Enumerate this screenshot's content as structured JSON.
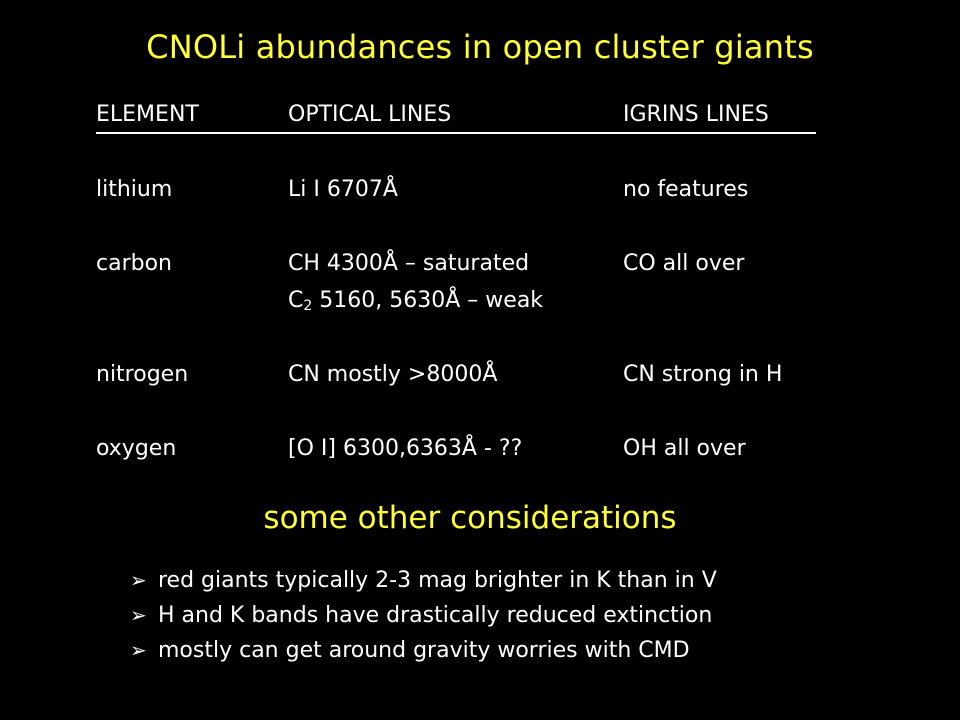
{
  "slide": {
    "title": "CNOLi abundances in open cluster giants",
    "table": {
      "headers": [
        "ELEMENT",
        "OPTICAL LINES",
        "IGRINS LINES"
      ],
      "rows": [
        {
          "element": "lithium",
          "optical": "Li I 6707Å",
          "igrins": "no features"
        },
        {
          "element": "carbon",
          "optical": "CH 4300Å – saturated",
          "igrins": "CO all over",
          "optical_line2": {
            "prefix": "C",
            "subscript": "2",
            "suffix": " 5160, 5630Å – weak"
          }
        },
        {
          "element": "nitrogen",
          "optical": "CN mostly >8000Å",
          "igrins": "CN strong in H"
        },
        {
          "element": "oxygen",
          "optical": "[O I] 6300,6363Å - ??",
          "igrins": "OH all over"
        }
      ]
    },
    "subtitle": "some other considerations",
    "bullet_glyph": "➢",
    "bullets": [
      "red giants typically 2-3 mag brighter in K than in V",
      "H and K bands have drastically reduced extinction",
      "mostly can get around gravity worries with CMD"
    ],
    "colors": {
      "background": "#000000",
      "heading": "#ffff33",
      "text": "#ffffff"
    }
  }
}
